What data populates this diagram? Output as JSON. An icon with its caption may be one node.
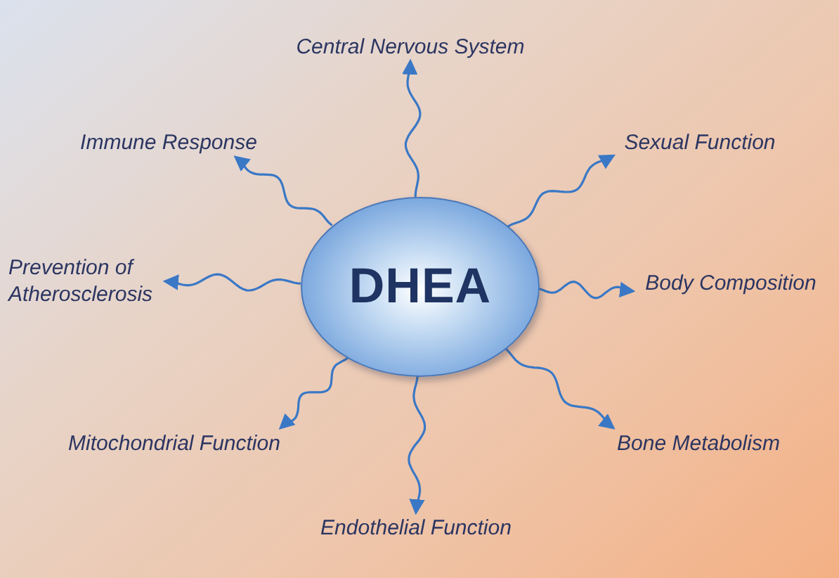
{
  "diagram": {
    "nodes": [
      {
        "text": [
          "DHEA"
        ]
      },
      {
        "text": [
          "Central Nervous System"
        ]
      },
      {
        "text": [
          "Immune Response"
        ]
      },
      {
        "text": [
          "Sexual Function"
        ]
      },
      {
        "text": [
          "Prevention of Atherosclerosis"
        ]
      },
      {
        "text": [
          "Body Composition"
        ]
      },
      {
        "text": [
          "Mitochondrial Function"
        ]
      },
      {
        "text": [
          "Bone Metabolism"
        ]
      },
      {
        "text": [
          "Endothelial Function"
        ]
      }
    ],
    "edges": [
      {
        "from": 0,
        "to": 1,
        "arrow": "to"
      },
      {
        "from": 0,
        "to": 2,
        "arrow": "to"
      },
      {
        "from": 0,
        "to": 3,
        "arrow": "to"
      },
      {
        "from": 0,
        "to": 4,
        "arrow": "to"
      },
      {
        "from": 0,
        "to": 5,
        "arrow": "to"
      },
      {
        "from": 0,
        "to": 6,
        "arrow": "to"
      },
      {
        "from": 0,
        "to": 7,
        "arrow": "to"
      },
      {
        "from": 0,
        "to": 8,
        "arrow": "to"
      }
    ]
  }
}
